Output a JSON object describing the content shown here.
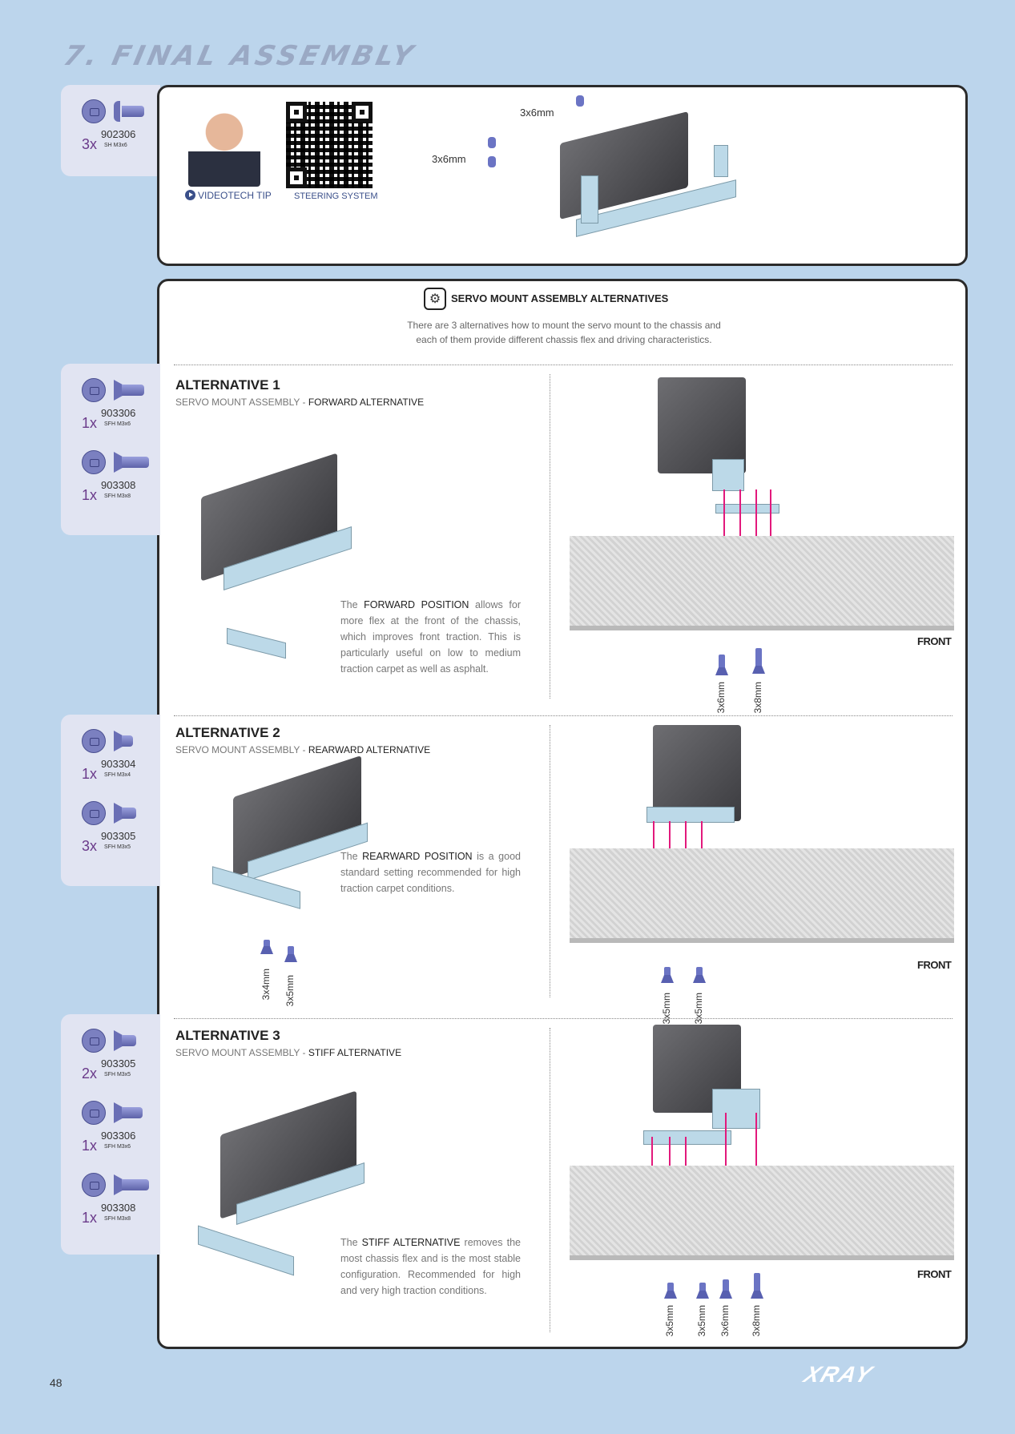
{
  "page": {
    "title": "7. FINAL ASSEMBLY",
    "page_number": "48",
    "brand_logo": "XRAY"
  },
  "step1": {
    "parts": [
      {
        "qty": "3x",
        "part_number": "902306",
        "spec": "SH M3x6",
        "icon": "button-head-screw-icon"
      }
    ],
    "video_tip_label": "VIDEOTECH TIP",
    "qr_caption": "STEERING SYSTEM",
    "screw_labels": [
      "3x6mm",
      "3x6mm"
    ]
  },
  "alternatives_section": {
    "title": "SERVO MOUNT ASSEMBLY ALTERNATIVES",
    "icon": "settings-gear-icon",
    "intro_line1": "There are 3 alternatives how to mount the servo mount to the chassis and",
    "intro_line2": "each of them provide different chassis flex and driving characteristics."
  },
  "alternatives": [
    {
      "title": "ALTERNATIVE 1",
      "subtitle_prefix": "SERVO MOUNT ASSEMBLY - ",
      "subtitle_emph": "FORWARD ALTERNATIVE",
      "desc_emph": "FORWARD POSITION",
      "desc_pre": "The ",
      "desc_post": " allows for more flex at the front of the chassis, which improves front traction. This is particularly useful on low to medium traction carpet as well as asphalt.",
      "parts": [
        {
          "qty": "1x",
          "part_number": "903306",
          "spec": "SFH M3x6"
        },
        {
          "qty": "1x",
          "part_number": "903308",
          "spec": "SFH M3x8"
        }
      ],
      "chassis_screws": [
        "3x6mm",
        "3x8mm"
      ],
      "front_label": "FRONT"
    },
    {
      "title": "ALTERNATIVE 2",
      "subtitle_prefix": "SERVO MOUNT ASSEMBLY - ",
      "subtitle_emph": "REARWARD ALTERNATIVE",
      "desc_emph": "REARWARD POSITION",
      "desc_pre": "The ",
      "desc_post": " is a good standard setting recommended for high traction carpet conditions.",
      "parts": [
        {
          "qty": "1x",
          "part_number": "903304",
          "spec": "SFH M3x4"
        },
        {
          "qty": "3x",
          "part_number": "903305",
          "spec": "SFH M3x5"
        }
      ],
      "mount_screws": [
        "3x4mm",
        "3x5mm"
      ],
      "chassis_screws": [
        "3x5mm",
        "3x5mm"
      ],
      "front_label": "FRONT"
    },
    {
      "title": "ALTERNATIVE 3",
      "subtitle_prefix": "SERVO MOUNT ASSEMBLY - ",
      "subtitle_emph": "STIFF ALTERNATIVE",
      "desc_emph": "STIFF ALTERNATIVE",
      "desc_pre": "The ",
      "desc_post": " removes the most chassis flex and is the most stable configuration. Recommended for high and very high traction conditions.",
      "parts": [
        {
          "qty": "2x",
          "part_number": "903305",
          "spec": "SFH M3x5"
        },
        {
          "qty": "1x",
          "part_number": "903306",
          "spec": "SFH M3x6"
        },
        {
          "qty": "1x",
          "part_number": "903308",
          "spec": "SFH M3x8"
        }
      ],
      "chassis_screws": [
        "3x5mm",
        "3x5mm",
        "3x6mm",
        "3x8mm"
      ],
      "front_label": "FRONT"
    }
  ],
  "colors": {
    "page_bg": "#bcd5ec",
    "arrow": "#e2197c",
    "screw": "#6b74c4",
    "qty_text": "#6a3a8a"
  }
}
